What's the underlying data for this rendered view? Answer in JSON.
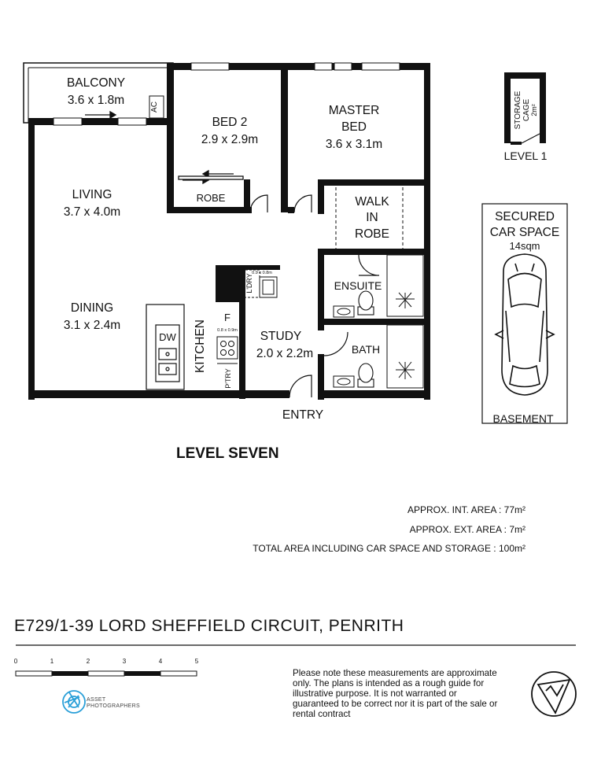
{
  "rooms": {
    "balcony": {
      "name": "BALCONY",
      "size": "3.6 x 1.8m"
    },
    "ac": "AC",
    "bed2": {
      "name": "BED 2",
      "size": "2.9 x 2.9m"
    },
    "robe": "ROBE",
    "master": {
      "name1": "MASTER",
      "name2": "BED",
      "size": "3.6 x 3.1m"
    },
    "walkin": {
      "l1": "WALK",
      "l2": "IN",
      "l3": "ROBE"
    },
    "living": {
      "name": "LIVING",
      "size": "3.7 x 4.0m"
    },
    "dining": {
      "name": "DINING",
      "size": "3.1 x 2.4m"
    },
    "dw": "DW",
    "kitchen": "KITCHEN",
    "fridge": {
      "name": "F",
      "size": "0.8 x 0.9m"
    },
    "laundry": {
      "name": "L'DRY",
      "size": "0.9 x 0.8m"
    },
    "pantry": "P'TRY",
    "study": {
      "name": "STUDY",
      "size": "2.0 x 2.2m"
    },
    "ensuite": "ENSUITE",
    "bath": "BATH",
    "entry": "ENTRY"
  },
  "level_title": "LEVEL SEVEN",
  "storage": {
    "l1": "STORAGE",
    "l2": "CAGE",
    "l3": "2m²",
    "level": "LEVEL 1"
  },
  "car": {
    "l1": "SECURED",
    "l2": "CAR SPACE",
    "l3": "14sqm",
    "level": "BASEMENT"
  },
  "areas": {
    "internal": "APPROX. INT. AREA : 77m²",
    "external": "APPROX. EXT. AREA : 7m²",
    "total": "TOTAL AREA INCLUDING CAR SPACE AND STORAGE : 100m²"
  },
  "address": "E729/1-39 LORD SHEFFIELD CIRCUIT, PENRITH",
  "scale_labels": [
    "0",
    "1",
    "2",
    "3",
    "4",
    "5"
  ],
  "disclaimer": "Please note these measurements are approximate only. The plans is intended as a rough guide for illustrative purpose. It is not warranted or guaranteed to be correct nor it is part of the sale or rental contract",
  "logo": {
    "l1": "ASSET",
    "l2": "PHOTOGRAPHERS"
  },
  "compass": "N"
}
